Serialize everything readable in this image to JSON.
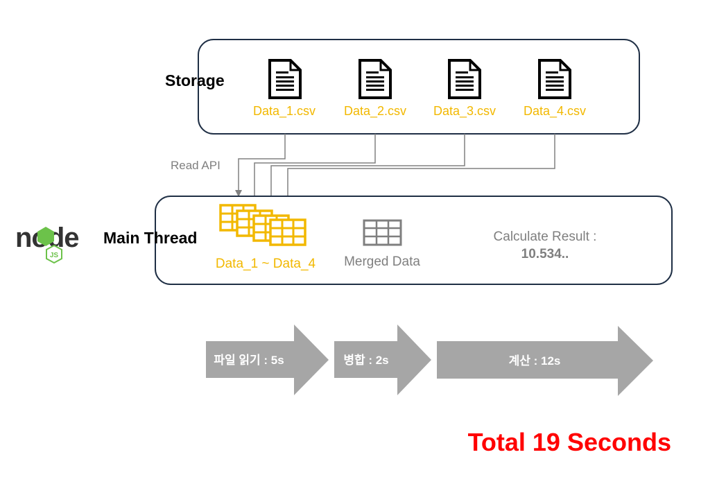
{
  "storage": {
    "title": "Storage",
    "files": [
      {
        "name": "Data_1.csv",
        "icon": "document-icon"
      },
      {
        "name": "Data_2.csv",
        "icon": "document-icon"
      },
      {
        "name": "Data_3.csv",
        "icon": "document-icon"
      },
      {
        "name": "Data_4.csv",
        "icon": "document-icon"
      }
    ]
  },
  "read_api_label": "Read API",
  "main_thread": {
    "logo_text": "node",
    "logo_badge": "JS",
    "title": "Main Thread",
    "loaded_data_label": "Data_1 ~ Data_4",
    "merged_label": "Merged Data",
    "result_label": "Calculate Result :",
    "result_value": "10.534.."
  },
  "steps": [
    {
      "label": "파일 읽기 : 5s"
    },
    {
      "label": "병합 : 2s"
    },
    {
      "label": "계산 : 12s"
    }
  ],
  "total_label": "Total 19 Seconds",
  "colors": {
    "accent_yellow": "#f2b800",
    "box_border": "#1f2f45",
    "arrow_gray": "#a6a6a6",
    "connector_gray": "#808080",
    "total_red": "#ff0000",
    "node_green": "#6cc24a",
    "node_dark": "#333333"
  }
}
